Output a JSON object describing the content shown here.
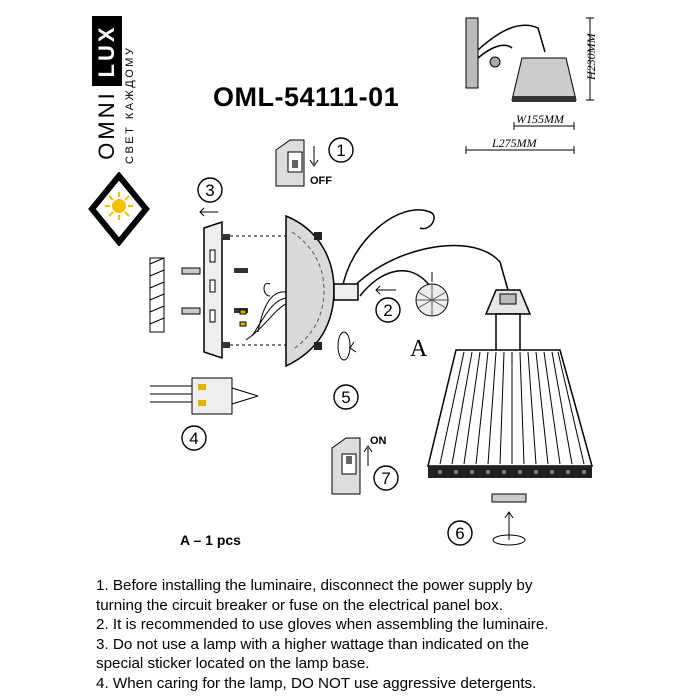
{
  "brand": {
    "omni": "OMNI",
    "lux": "LUX",
    "tagline": "СВЕТ КАЖДОМУ"
  },
  "title": "OML-54111-01",
  "dimensions": {
    "height": "H230MM",
    "width": "W155MM",
    "length": "L275MM"
  },
  "steps": [
    "1",
    "2",
    "3",
    "4",
    "5",
    "6",
    "7"
  ],
  "switch_off": "OFF",
  "switch_on": "ON",
  "part_label": "A",
  "quantity": "A – 1 pcs",
  "notes": [
    "1. Before installing the luminaire, disconnect the power supply by",
    "turning the circuit breaker or fuse on the electrical panel box.",
    "2. It is recommended to use gloves when assembling the luminaire.",
    "3. Do not use a lamp with a higher wattage than indicated on the",
    "special sticker located on the lamp base.",
    "4. When caring for the lamp, DO NOT use aggressive detergents."
  ]
}
